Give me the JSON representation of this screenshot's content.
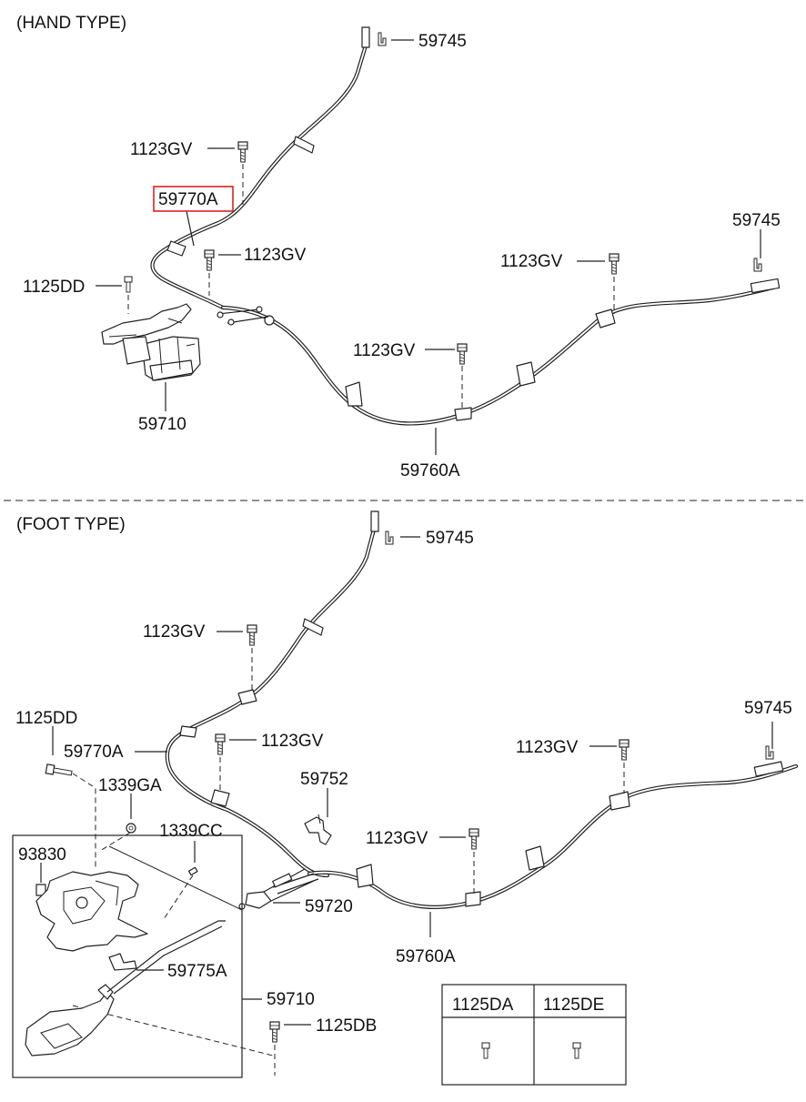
{
  "sections": {
    "hand": "(HAND TYPE)",
    "foot": "(FOOT TYPE)"
  },
  "hand": {
    "p59745_top": "59745",
    "p1123gv_a": "1123GV",
    "p59770a": "59770A",
    "p1123gv_b": "1123GV",
    "p1125dd": "1125DD",
    "p59710": "59710",
    "p59745_right": "59745",
    "p1123gv_right": "1123GV",
    "p1123gv_mid": "1123GV",
    "p59760a": "59760A"
  },
  "foot": {
    "p59745_top": "59745",
    "p1123gv_a": "1123GV",
    "p1125dd": "1125DD",
    "p59770a": "59770A",
    "p1123gv_b": "1123GV",
    "p59752": "59752",
    "p1339ga": "1339GA",
    "p1339cc": "1339CC",
    "p93830": "93830",
    "p59745_right": "59745",
    "p1123gv_right": "1123GV",
    "p1123gv_mid": "1123GV",
    "p59720": "59720",
    "p59760a": "59760A",
    "p59775a": "59775A",
    "p59710": "59710",
    "p1125db": "1125DB"
  },
  "legend_table": {
    "col1": "1125DA",
    "col2": "1125DE"
  },
  "highlight_color": "#e02020"
}
